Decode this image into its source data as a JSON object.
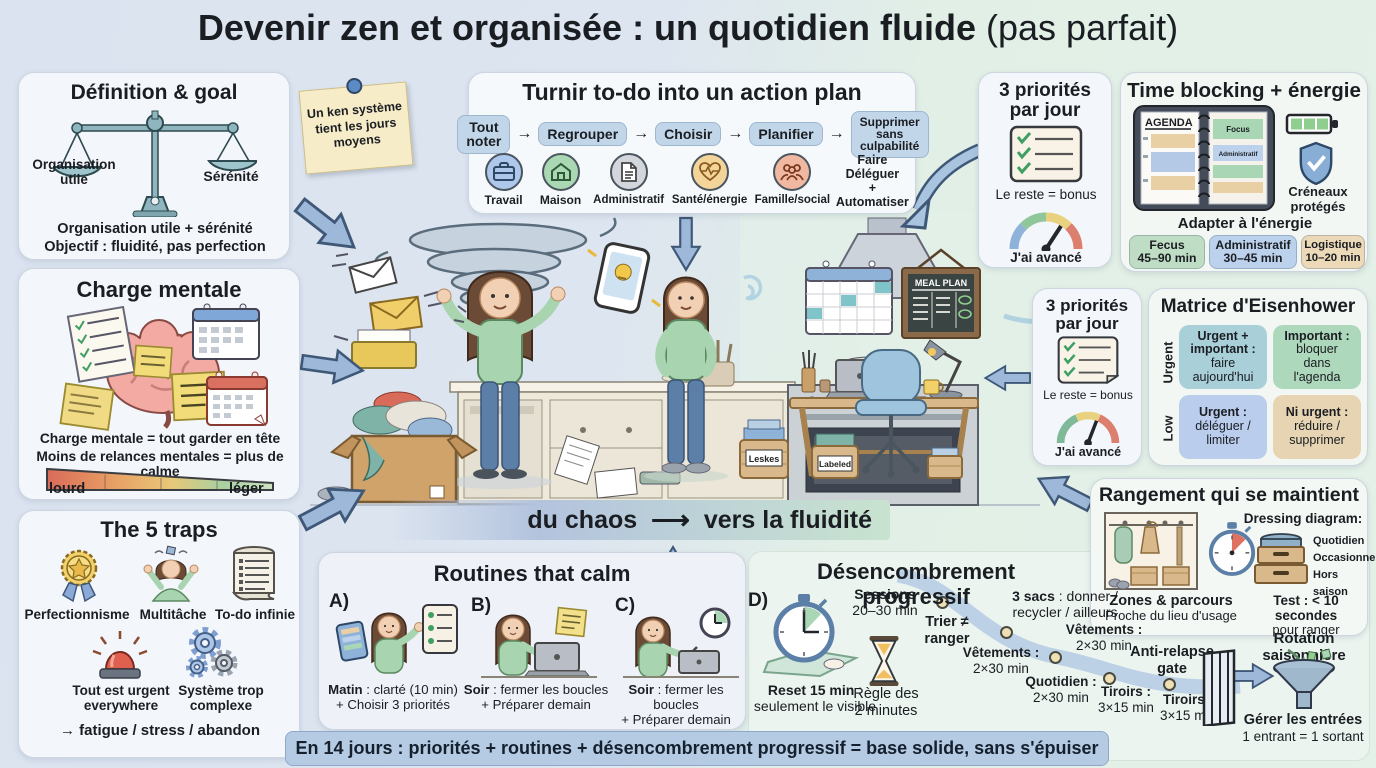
{
  "title": {
    "main": "Devenir zen et organisée : un quotidien fluide",
    "suffix": " (pas parfait)"
  },
  "sticky_note": {
    "text": "Un ken système tient les jours moyens"
  },
  "definition": {
    "title": "Définition & goal",
    "left_pan": "Organisation utile",
    "right_pan": "Sérénité",
    "caption1": "Organisation utile + sérénité",
    "caption2": "Objectif : fluidité, pas perfection"
  },
  "charge": {
    "title": "Charge mentale",
    "caption1": "Charge mentale = tout garder en tête",
    "caption2": "Moins de relances mentales = plus de calme",
    "scale_left": "lourd",
    "scale_right": "léger"
  },
  "traps": {
    "title": "The 5 traps",
    "items": [
      {
        "label": "Perfectionnisme"
      },
      {
        "label": "Multitâche"
      },
      {
        "label": "To-do infinie"
      },
      {
        "label": "Tout est urgent\neverywhere"
      },
      {
        "label": "Système trop\ncomplexe"
      }
    ],
    "footer": "→ fatigue / stress / abandon"
  },
  "action_plan": {
    "title": "Turnir to-do into un action plan",
    "arrow": "→",
    "steps": [
      "Tout noter",
      "Regrouper",
      "Choisir",
      "Planifier",
      "Supprimer\nsans culpabilité"
    ],
    "categories": [
      {
        "label": "Travail"
      },
      {
        "label": "Maison"
      },
      {
        "label": "Administratif"
      },
      {
        "label": "Santé/énergie"
      },
      {
        "label": "Famille/social"
      }
    ],
    "extra": "Faire\nDéléguer\n+\nAutomatiser"
  },
  "priorities_top": {
    "title": "3 priorités\npar jour",
    "subtitle": "Le reste = bonus",
    "gauge_label": "J'ai avancé"
  },
  "priorities_mid": {
    "title": "3 priorités\npar jour",
    "subtitle": "Le reste = bonus",
    "gauge_label": "J'ai avancé"
  },
  "timeblocking": {
    "title": "Time blocking + énergie",
    "agenda_label": "AGENDA",
    "block1": "Focus",
    "block2": "Administratif",
    "shield_label": "Créneaux\nprotégés",
    "caption": "Adapter à l'énergie",
    "chips": [
      {
        "label": "Fecus\n45–90 min"
      },
      {
        "label": "Administratif\n30–45 min"
      },
      {
        "label": "Logistique\n10–20 min"
      }
    ]
  },
  "eisenhower": {
    "title": "Matrice d'Eisenhower",
    "row_top": "Urgent",
    "row_bottom": "Low",
    "quadrants": [
      {
        "lead": "Urgent +\nimportant :",
        "body": "faire\naujourd'hui"
      },
      {
        "lead": "Important :",
        "body": "bloquer\ndans\nl'agenda"
      },
      {
        "lead": "Urgent :",
        "body": "déléguer /\nlimiter"
      },
      {
        "lead": "Ni urgent :",
        "body": "réduire /\nsupprimer"
      }
    ]
  },
  "rangement": {
    "title": "Rangement qui se maintient",
    "dressing_title": "Dressing diagram:",
    "dressing_items": "Quotidien\nOccasionnel\nHors saison",
    "zones1": "Zones & parcours",
    "zones2": "Proche du lieu d'usage",
    "test1": "Test : < 10 secondes",
    "test2": "pour ranger"
  },
  "chaos_band": {
    "left": "du chaos",
    "arrow": "⟶",
    "right": "vers la fluidité"
  },
  "routines": {
    "title": "Routines that calm",
    "items": [
      {
        "tag": "A)",
        "lead": "Matin",
        "rest": " : clarté (10 min)",
        "line2": "+ Choisir 3 priorités"
      },
      {
        "tag": "B)",
        "lead": "Soir",
        "rest": " : fermer les boucles",
        "line2": "+ Préparer demain"
      },
      {
        "tag": "C)",
        "lead": "Soir",
        "rest": " : fermer les boucles",
        "line2": "+ Préparer demain"
      }
    ]
  },
  "declutter": {
    "title": "Désencombrement progressif",
    "d_tag": "D)",
    "reset_lead": "Reset 15 min",
    "reset_rest": " :\nseulement le visible",
    "rule": "Règle des\n2 minutes",
    "sessions_lead": "Sessions",
    "sessions_rest": "20–30 min",
    "trier": "Trier ≠\nranger",
    "sacs_lead": "3 sacs",
    "sacs_rest": " : donner /\nrecycler / ailleurs",
    "labels": [
      {
        "lead": "Vêtements :",
        "value": "2×30 min"
      },
      {
        "lead": "Vêtements :",
        "value": "2×30 min"
      },
      {
        "lead": "Quotidien :",
        "value": "2×30 min"
      },
      {
        "lead": "Tiroirs :",
        "value": "3×15 min"
      },
      {
        "lead": "Tiroirs :",
        "value": "3×15 min"
      }
    ],
    "gate": "Anti-relapse\ngate",
    "rotation": "Rotation saisonnière",
    "entries1": "Gérer les entrées",
    "entries2": "1 entrant = 1 sortant"
  },
  "scene": {
    "meal_plan": "MEAL PLAN",
    "basket1": "Leskes",
    "basket2": "Labeled"
  },
  "banner": {
    "text": "En 14 jours : priorités + routines + désencombrement progressif = base solide, sans s'épuiser"
  },
  "palette": {
    "bg_left": "#dbe3f0",
    "bg_right": "#e4f1e8",
    "arrow": "#9db8d8",
    "band_from": "#b3c3de",
    "band_to": "#c8e3cf",
    "banner_bg": "#b5cbe3",
    "step_chip": "#c2d6ea",
    "chip_focus": "#bfdcc4",
    "chip_admin": "#bcd2ec",
    "chip_logistique": "#ecd9b8",
    "eisenhower_tl": "#a9cfd9",
    "eisenhower_tr": "#aed8bc",
    "eisenhower_bl": "#bacdec",
    "eisenhower_br": "#e6d4b2",
    "gauge_heavy": "#d96b5a",
    "gauge_light": "#a8d0a0"
  }
}
